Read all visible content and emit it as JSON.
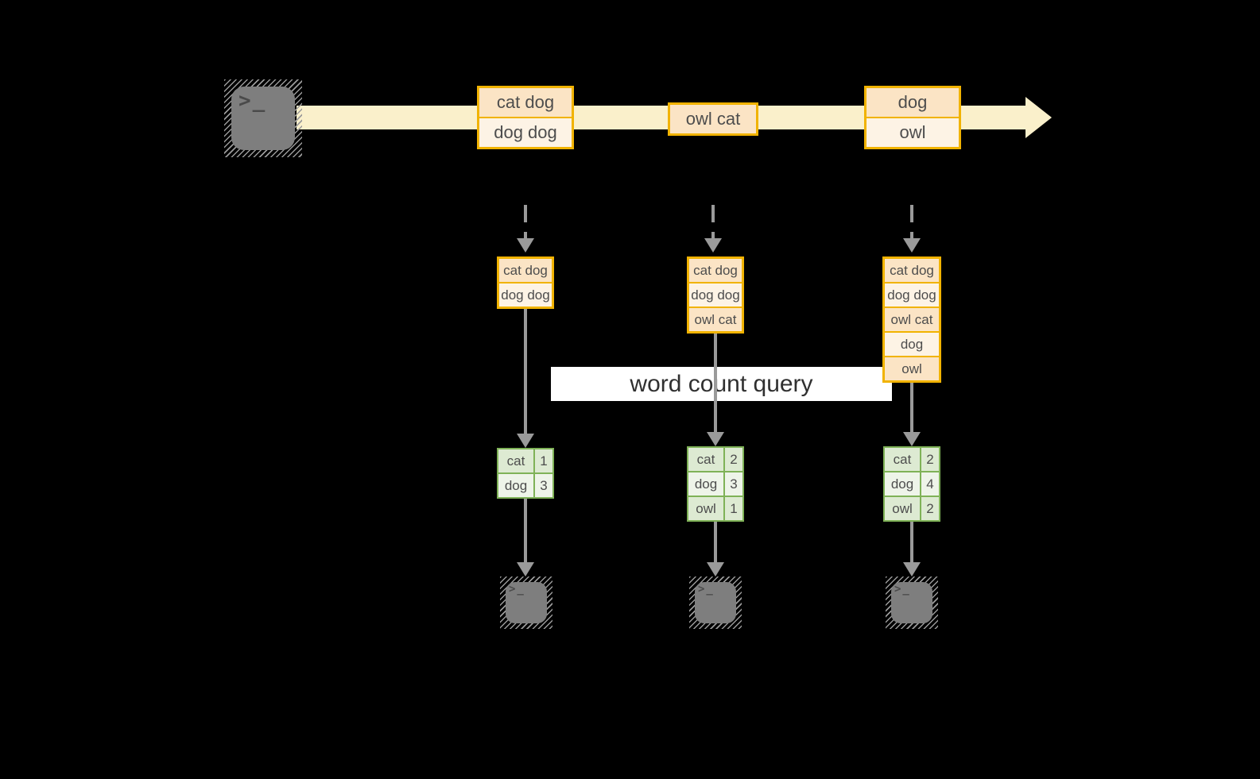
{
  "colors": {
    "background": "#000000",
    "stream_band": "#FAF0CB",
    "event_border": "#F1B300",
    "event_fill_dark": "#FBE4C5",
    "event_fill_light": "#FDF3E5",
    "table_border": "#7FB257",
    "table_fill_dark": "#DDEAD2",
    "table_fill_light": "#EEF4E9",
    "arrow_gray": "#9A9A9A",
    "terminal_gray": "#7E7E7E",
    "query_box": "#FFFFFF",
    "cell_text": "#4D4D4D"
  },
  "terminal_prompt": ">_",
  "query_label": "word count query",
  "stream_events": [
    {
      "lines": [
        "cat dog",
        "dog dog"
      ]
    },
    {
      "lines": [
        "owl cat"
      ]
    },
    {
      "lines": [
        "dog",
        "owl"
      ]
    }
  ],
  "columns": [
    {
      "buffer": [
        "cat dog",
        "dog dog"
      ],
      "counts": [
        {
          "word": "cat",
          "count": 1
        },
        {
          "word": "dog",
          "count": 3
        }
      ]
    },
    {
      "buffer": [
        "cat dog",
        "dog dog",
        "owl cat"
      ],
      "counts": [
        {
          "word": "cat",
          "count": 2
        },
        {
          "word": "dog",
          "count": 3
        },
        {
          "word": "owl",
          "count": 1
        }
      ]
    },
    {
      "buffer": [
        "cat dog",
        "dog dog",
        "owl cat",
        "dog",
        "owl"
      ],
      "counts": [
        {
          "word": "cat",
          "count": 2
        },
        {
          "word": "dog",
          "count": 4
        },
        {
          "word": "owl",
          "count": 2
        }
      ]
    }
  ]
}
